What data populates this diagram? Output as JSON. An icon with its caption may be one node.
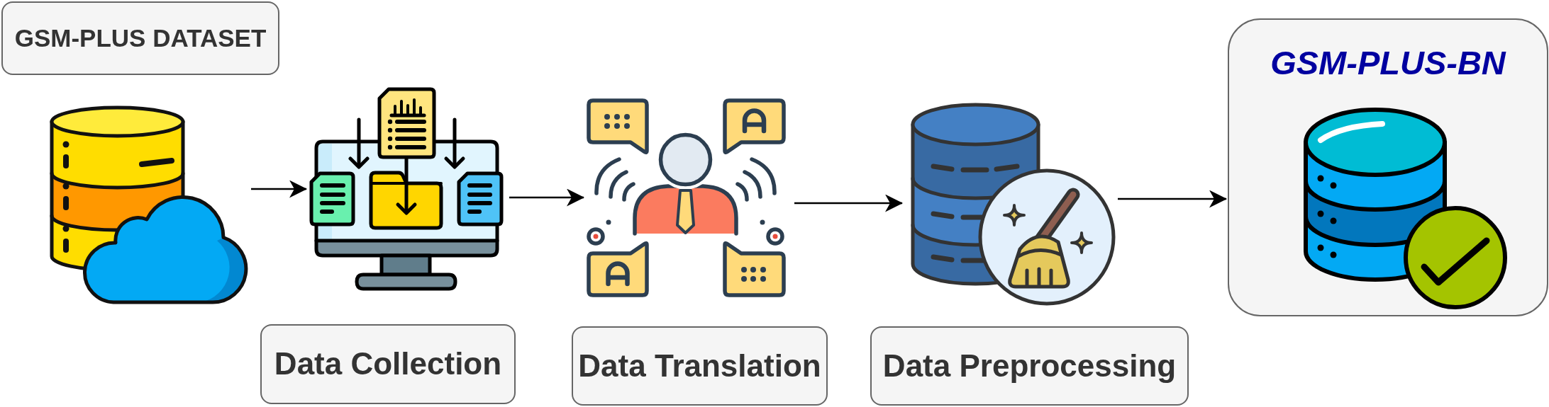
{
  "diagram": {
    "nodes": [
      {
        "text": [
          "GSM-PLUS DATASET"
        ]
      },
      {
        "text": [],
        "shape": "picture"
      },
      {
        "text": [],
        "shape": "picture"
      },
      {
        "text": [
          "Data Collection"
        ]
      },
      {
        "text": [],
        "shape": "picture"
      },
      {
        "text": [
          "Data Translation"
        ]
      },
      {
        "text": [],
        "shape": "picture"
      },
      {
        "text": [
          "Data Preprocessing"
        ]
      },
      {
        "text": [
          "GSM-PLUS-BN"
        ]
      },
      {
        "text": [],
        "shape": "picture",
        "in": 8
      }
    ],
    "edges": [
      {
        "from": 1,
        "to": 2,
        "arrow": "to"
      },
      {
        "from": 2,
        "to": 4,
        "arrow": "to"
      },
      {
        "from": 4,
        "to": 6,
        "arrow": "to"
      },
      {
        "from": 6,
        "to": 8,
        "arrow": "to"
      }
    ]
  }
}
